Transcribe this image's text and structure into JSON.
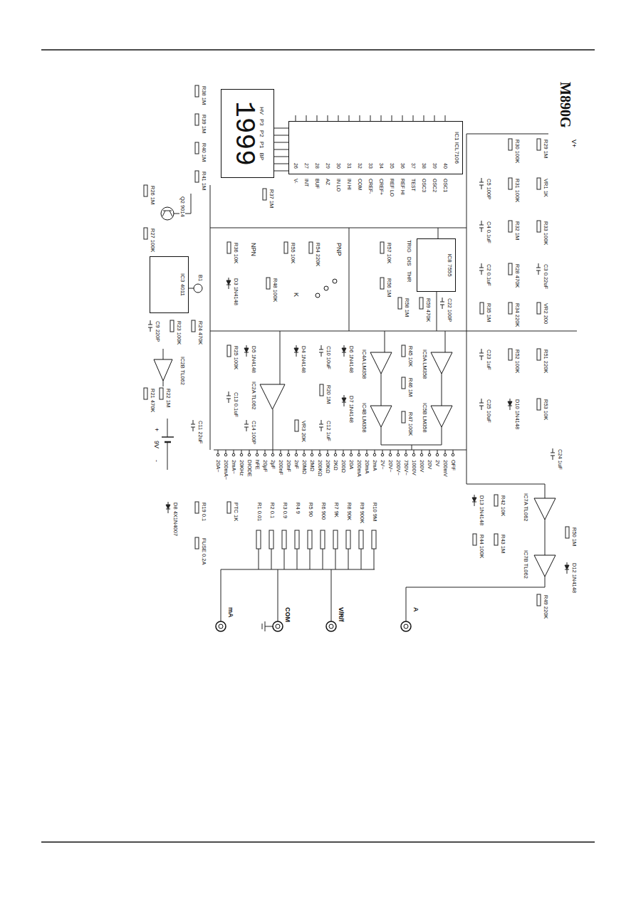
{
  "diagram": {
    "title": "M890G",
    "nodes": [
      {
        "text": [
          "1999",
          "HV",
          "P3",
          "P2",
          "P1",
          "BP"
        ]
      },
      {
        "text": [
          "IC1 ICL7106"
        ]
      },
      {
        "text": [
          "IC3 4011"
        ]
      },
      {
        "text": [
          "IC8 7555"
        ]
      }
    ],
    "labels": [
      "40",
      "39",
      "38",
      "37",
      "36",
      "35",
      "34",
      "33",
      "32",
      "31",
      "30",
      "29",
      "28",
      "27",
      "26",
      "OSC1",
      "OSC2",
      "OSC3",
      "TEST",
      "REF HI",
      "REF LO",
      "CREF+",
      "CREF-",
      "COM",
      "IN HI",
      "IN LO",
      "AZ",
      "BUF",
      "INT",
      "V-",
      "OFF",
      "200mV",
      "2V",
      "20V",
      "200V",
      "1000V",
      "750V~",
      "200V~",
      "20V~",
      "2V~",
      "2mA",
      "20mA",
      "200mA",
      "20A",
      "200Ω",
      "2KΩ",
      "20KΩ",
      "200KΩ",
      "2MΩ",
      "20MΩ",
      "2nF",
      "20nF",
      "200nF",
      "2μF",
      "20μF",
      "hFE",
      "DIODE",
      "20KHz",
      "2mA~",
      "200mA~",
      "20A~",
      "R10 9M",
      "R9 900K",
      "R8 90K",
      "R7 9K",
      "R6 900",
      "R5 90",
      "R4 9",
      "R3 0.9",
      "R2 0.1",
      "R1 0.01",
      "A",
      "V/R/f",
      "COM",
      "mA",
      "V+",
      "R29 1M",
      "R30 100K",
      "VR1 1K",
      "R31 100K",
      "C5 100P",
      "R33 100K",
      "R32 1M",
      "C4 0.1uF",
      "C3 0.22uF",
      "R28 470K",
      "C2 0.1uF",
      "VR2 200",
      "R34 220K",
      "R35 1M",
      "R51 220K",
      "R52 100K",
      "C23 1uF",
      "R53 10K",
      "D10 1N4148",
      "C25 10uF",
      "C24 1uF",
      "IC7A TL062",
      "IC7B TL062",
      "R50 1M",
      "D12 1N4148",
      "R49 220K",
      "R42 10K",
      "R43 1M",
      "D13 1N4148",
      "R44 100K",
      "R37 1M",
      "R38 1M",
      "R39 1M",
      "R40 1M",
      "R41 1M",
      "Q2 9014",
      "R26 1M",
      "R27 100K",
      "B1",
      "R24 470K",
      "R23 100K",
      "C9 220P",
      "IC2B TL062",
      "R22 1M",
      "R21 470K",
      "C11 22uF",
      "+",
      "9V",
      "-",
      "PNP",
      "R54 220K",
      "R55 10K",
      "R48 100K",
      "K",
      "NPN",
      "R36 10K",
      "D3 1N4148",
      "TRIG",
      "DIS",
      "THR",
      "C22 100P",
      "R59 470K",
      "R58 1M",
      "R57 10K",
      "R56 1M",
      "IC5A LM358",
      "IC5B LM358",
      "R45 10K",
      "R46 1M",
      "R47 100K",
      "IC4A LM358",
      "IC4B LM358",
      "D6 1N4148",
      "D7 1N4148",
      "C10 10uF",
      "R20 1M",
      "C12 1uF",
      "D4 1N4148",
      "VR3 20K",
      "IC2A TL062",
      "D5 1N4148",
      "C14 100P",
      "R25 100K",
      "C13 0.1uF",
      "PTC 1K",
      "R19 0.1",
      "FUSE 0.2A",
      "D8 4X1N4007"
    ]
  }
}
